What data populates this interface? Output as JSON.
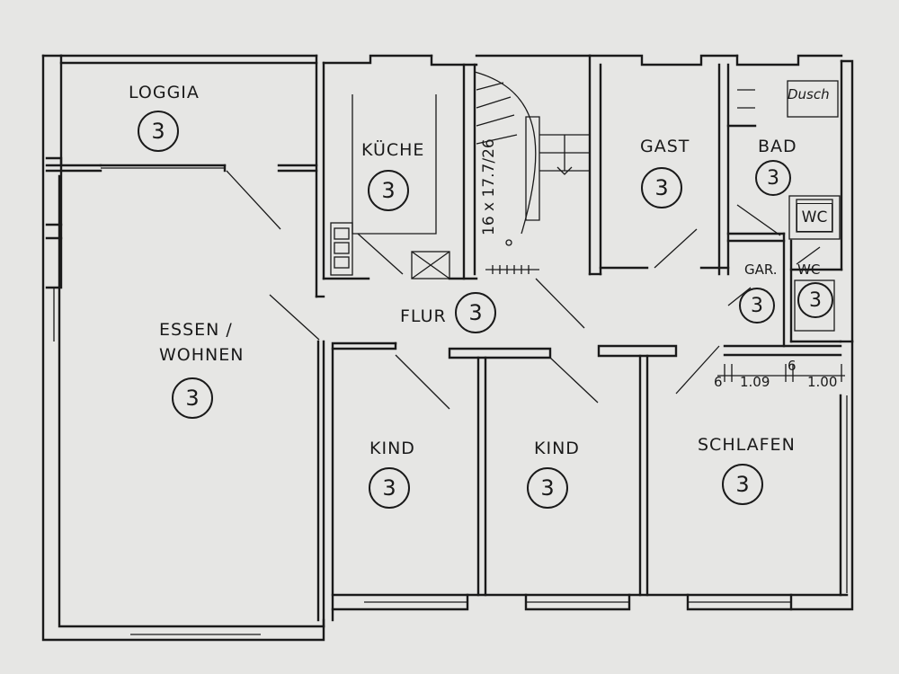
{
  "rooms": {
    "loggia": {
      "label": "LOGGIA",
      "number": "3"
    },
    "kueche": {
      "label": "KÜCHE",
      "number": "3"
    },
    "gast": {
      "label": "GAST",
      "number": "3"
    },
    "bad": {
      "label": "BAD",
      "number": "3"
    },
    "gar": {
      "label": "GAR.",
      "number": "3"
    },
    "wc": {
      "label": "WC",
      "number": "3"
    },
    "flur": {
      "label": "FLUR",
      "number": "3"
    },
    "essen": {
      "label_line1": "ESSEN /",
      "label_line2": "WOHNEN",
      "number": "3"
    },
    "kind1": {
      "label": "KIND",
      "number": "3"
    },
    "kind2": {
      "label": "KIND",
      "number": "3"
    },
    "schlafen": {
      "label": "SCHLAFEN",
      "number": "3"
    }
  },
  "fixtures": {
    "dusche": "Dusch",
    "wc_box": "WC"
  },
  "annotations": {
    "stair": "16 x 17.7/26",
    "dim_6a": "6",
    "dim_109": "1.09",
    "dim_6b": "6",
    "dim_100": "1.00"
  }
}
